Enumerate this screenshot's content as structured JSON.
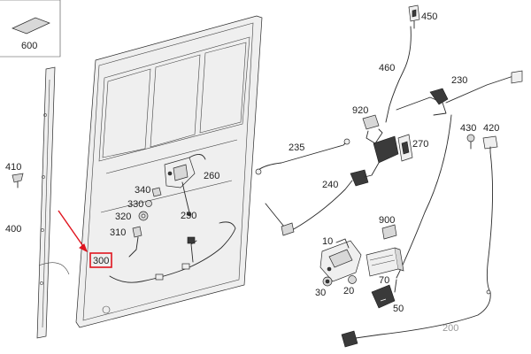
{
  "diagram": {
    "part_numbers": {
      "p600": "600",
      "p410": "410",
      "p400": "400",
      "p300": "300",
      "p340": "340",
      "p330": "330",
      "p320": "320",
      "p310": "310",
      "p260": "260",
      "p250": "250",
      "p235": "235",
      "p240": "240",
      "p920": "920",
      "p270": "270",
      "p460": "460",
      "p450": "450",
      "p230": "230",
      "p430": "430",
      "p420": "420",
      "p900": "900",
      "p10": "10",
      "p70": "70",
      "p30": "30",
      "p20": "20",
      "p50": "50",
      "p200": "200"
    },
    "colors": {
      "highlight": "#e0141e",
      "line": "#2a2a2a",
      "grey_label": "#9a9a9a"
    },
    "highlighted_part": "300"
  }
}
